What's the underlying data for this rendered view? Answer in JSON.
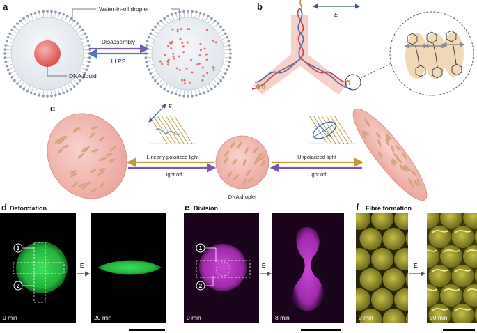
{
  "panels": {
    "a": {
      "letter": "a",
      "droplet_label": "Water-in-oil droplet",
      "dna_label": "DNA liquid",
      "arrow_top": "Disassembly",
      "arrow_bottom": "LLPS"
    },
    "b": {
      "letter": "b",
      "field_label": "E"
    },
    "c": {
      "letter": "c",
      "field_label": "E",
      "left_top": "Linearly polarized light",
      "left_bottom": "Light off",
      "right_top": "Unpolarized light",
      "right_bottom": "Light off",
      "center_label": "DNA droplet"
    },
    "d": {
      "letter": "d",
      "title": "Deformation",
      "marker_1": "1",
      "marker_2": "2",
      "arrow_label": "E",
      "time_left": "0 min",
      "time_right": "20 min"
    },
    "e": {
      "letter": "e",
      "title": "Division",
      "marker_1": "1",
      "marker_2": "2",
      "arrow_label": "E",
      "time_left": "0 min",
      "time_right": "8 min"
    },
    "f": {
      "letter": "f",
      "title": "Fibre formation",
      "arrow_label": "E",
      "time_left": "0 min",
      "time_right": "30 min"
    }
  },
  "colors": {
    "purple_arrow": "#7b58b0",
    "blue_arrow": "#4a7ab8",
    "gold_arrow": "#c09a3a",
    "droplet_pink": "#f2b8b2",
    "grain": "#d9a880",
    "green": "#2fcf4a",
    "magenta": "#c23ccc",
    "yellow": "#b5ad3a"
  }
}
